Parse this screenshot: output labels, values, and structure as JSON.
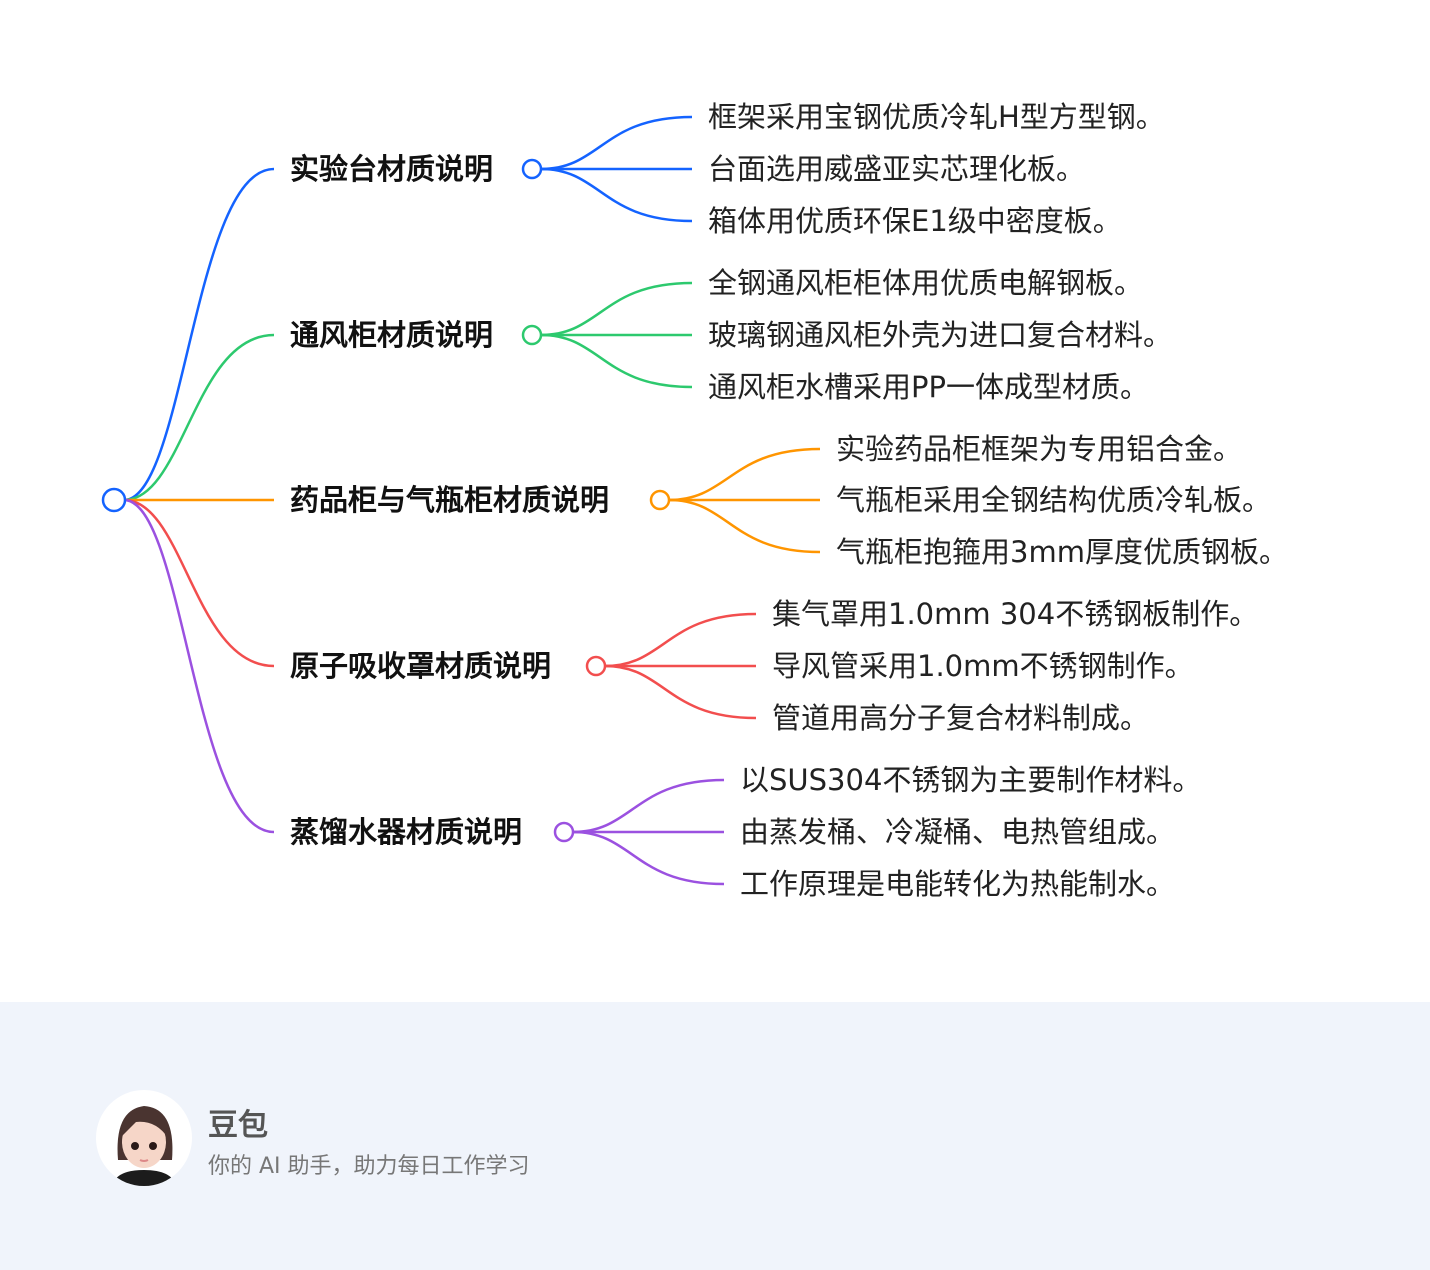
{
  "mindmap": {
    "root_color": "#1463ff",
    "branches": [
      {
        "label": "实验台材质说明",
        "color": "#1463ff",
        "children": [
          "框架采用宝钢优质冷轧H型方型钢。",
          "台面选用威盛亚实芯理化板。",
          "箱体用优质环保E1级中密度板。"
        ]
      },
      {
        "label": "通风柜材质说明",
        "color": "#2dc96e",
        "children": [
          "全钢通风柜柜体用优质电解钢板。",
          "玻璃钢通风柜外壳为进口复合材料。",
          "通风柜水槽采用PP一体成型材质。"
        ]
      },
      {
        "label": "药品柜与气瓶柜材质说明",
        "color": "#ff9500",
        "children": [
          "实验药品柜框架为专用铝合金。",
          "气瓶柜采用全钢结构优质冷轧板。",
          "气瓶柜抱箍用3mm厚度优质钢板。"
        ]
      },
      {
        "label": "原子吸收罩材质说明",
        "color": "#f24e4e",
        "children": [
          "集气罩用1.0mm 304不锈钢板制作。",
          "导风管采用1.0mm不锈钢制作。",
          "管道用高分子复合材料制成。"
        ]
      },
      {
        "label": "蒸馏水器材质说明",
        "color": "#9b51e0",
        "children": [
          "以SUS304不锈钢为主要制作材料。",
          "由蒸发桶、冷凝桶、电热管组成。",
          "工作原理是电能转化为热能制水。"
        ]
      }
    ]
  },
  "footer": {
    "name": "豆包",
    "slogan": "你的 AI 助手，助力每日工作学习"
  }
}
